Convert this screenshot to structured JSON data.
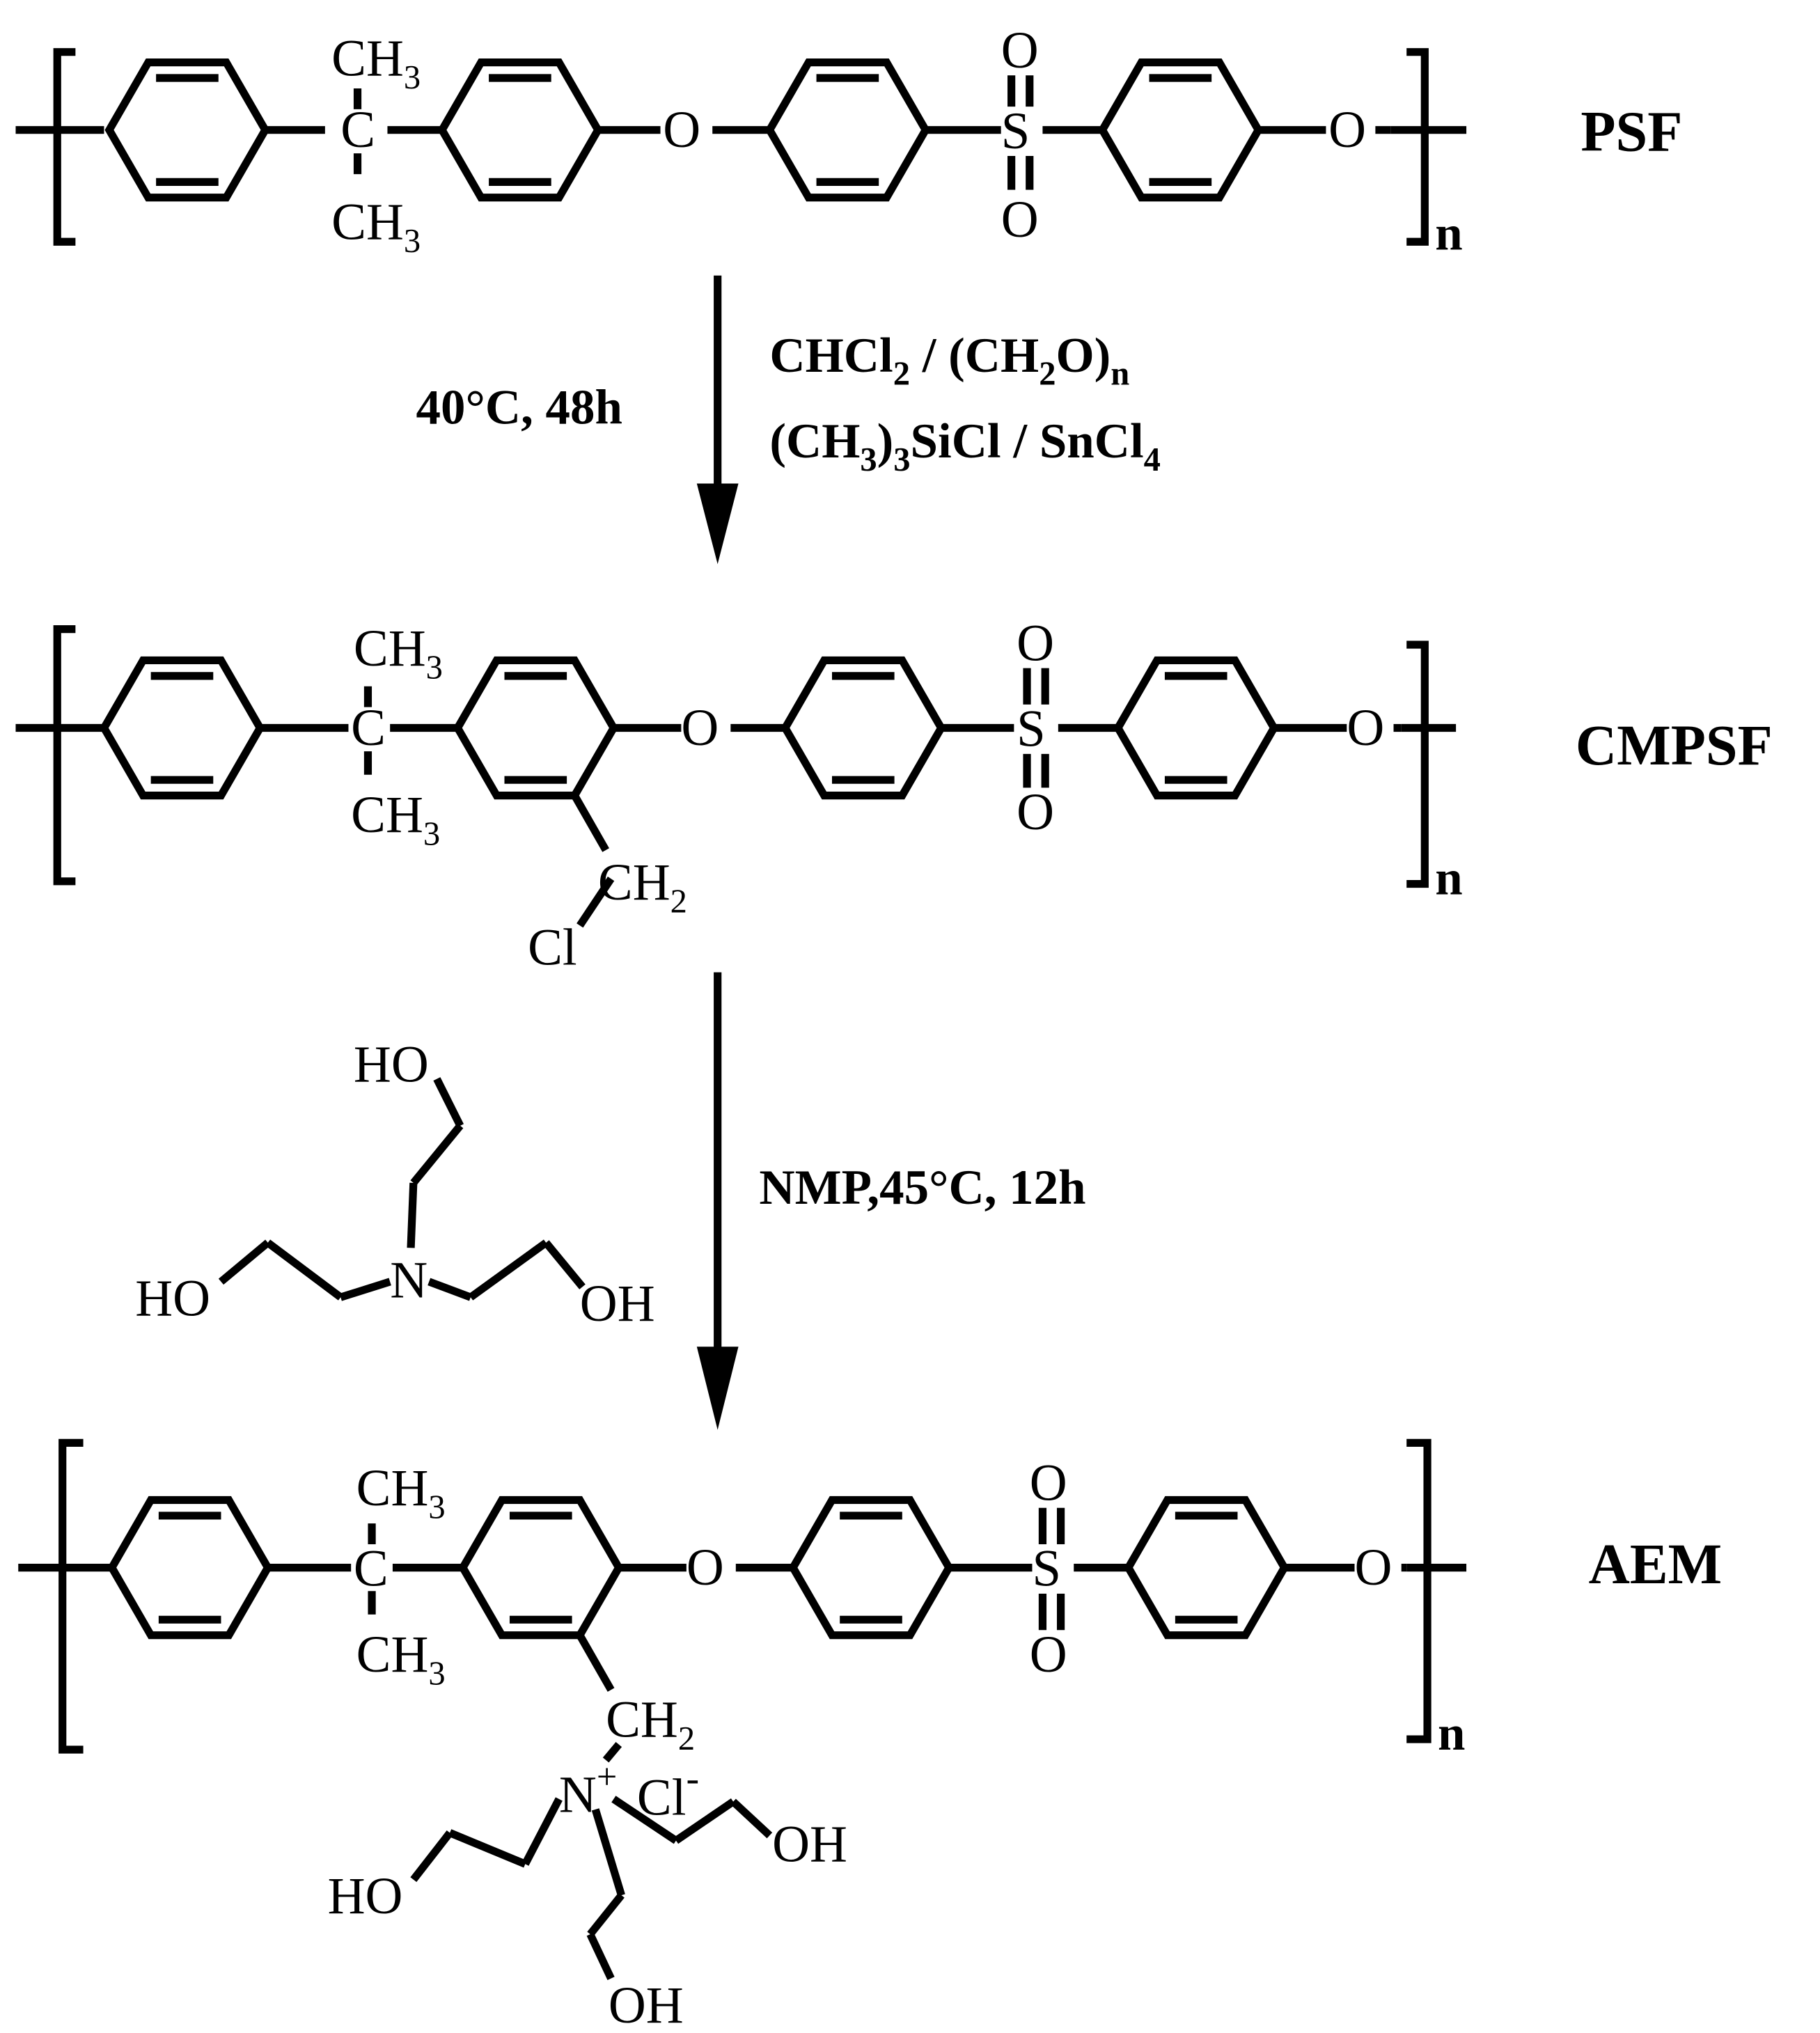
{
  "structures": [
    {
      "label": "PSF"
    },
    {
      "label": "CMPSF"
    },
    {
      "label": "AEM"
    }
  ],
  "steps": [
    {
      "left": "40°C, 48h",
      "right1": {
        "a": "CHCl",
        "b": "2",
        "c": " / (CH",
        "d": "2",
        "e": "O)",
        "f": "n"
      },
      "right2": {
        "a": "(CH",
        "b": "3",
        "c": ")",
        "d": "3",
        "e": "SiCl / SnCl",
        "f": "4"
      }
    },
    {
      "conditions": "NMP,45°C, 12h"
    }
  ],
  "reagent": {
    "n": "N",
    "oh_top": "HO",
    "oh_left": "HO",
    "oh_right": "OH"
  },
  "atoms": {
    "ch": "CH",
    "three": "3",
    "two": "2",
    "c": "C",
    "o": "O",
    "s": "S",
    "n": "n",
    "cl": "Cl",
    "nplus": "N",
    "plus": "+",
    "minus": "-",
    "ho": "HO",
    "oh": "OH"
  }
}
